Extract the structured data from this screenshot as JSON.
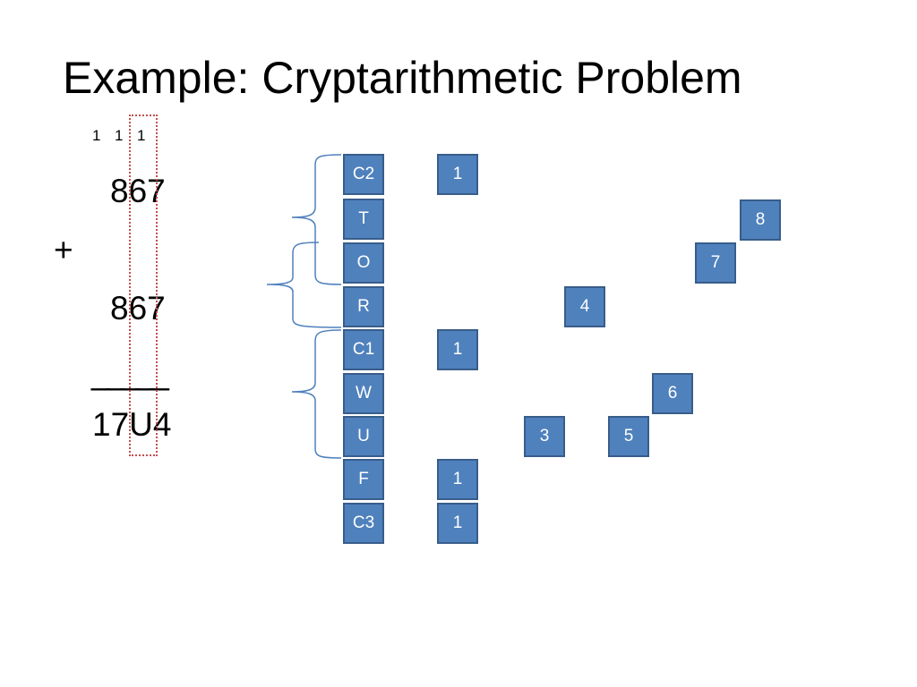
{
  "title": "Example: Cryptarithmetic Problem",
  "sum": {
    "carries": [
      "1",
      "1",
      "1"
    ],
    "addend1": "867",
    "operator": "+",
    "addend2": "867",
    "rule": "_____",
    "result": "17U4"
  },
  "variables": [
    "C2",
    "T",
    "O",
    "R",
    "C1",
    "W",
    "U",
    "F",
    "C3"
  ],
  "assignments": {
    "C2": "1",
    "T": "8",
    "O": "7",
    "R": "4",
    "C1": "1",
    "W": "6",
    "U": "5",
    "U_alt": "3",
    "F": "1",
    "C3": "1"
  },
  "colors": {
    "cell_fill": "#4f81bd",
    "cell_border": "#385d8a",
    "brace": "#4f81bd",
    "focus_box": "#c0504d"
  }
}
